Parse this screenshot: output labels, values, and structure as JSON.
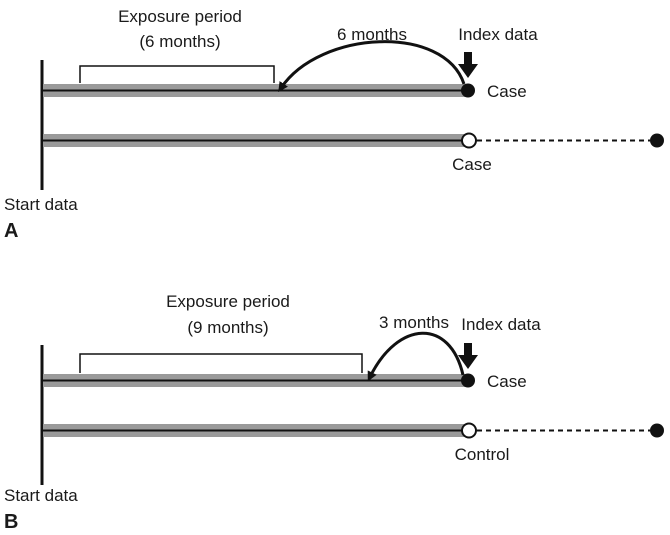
{
  "panel_a": {
    "letter": "A",
    "start_label": "Start data",
    "exposure_label_line1": "Exposure period",
    "exposure_label_line2": "(6 months)",
    "gap_label": "6 months",
    "index_label": "Index data",
    "timeline1_label": "Case",
    "timeline2_label": "Case"
  },
  "panel_b": {
    "letter": "B",
    "start_label": "Start data",
    "exposure_label_line1": "Exposure period",
    "exposure_label_line2": "(9 months)",
    "gap_label": "3 months",
    "index_label": "Index data",
    "timeline1_label": "Case",
    "timeline2_label": "Control"
  }
}
